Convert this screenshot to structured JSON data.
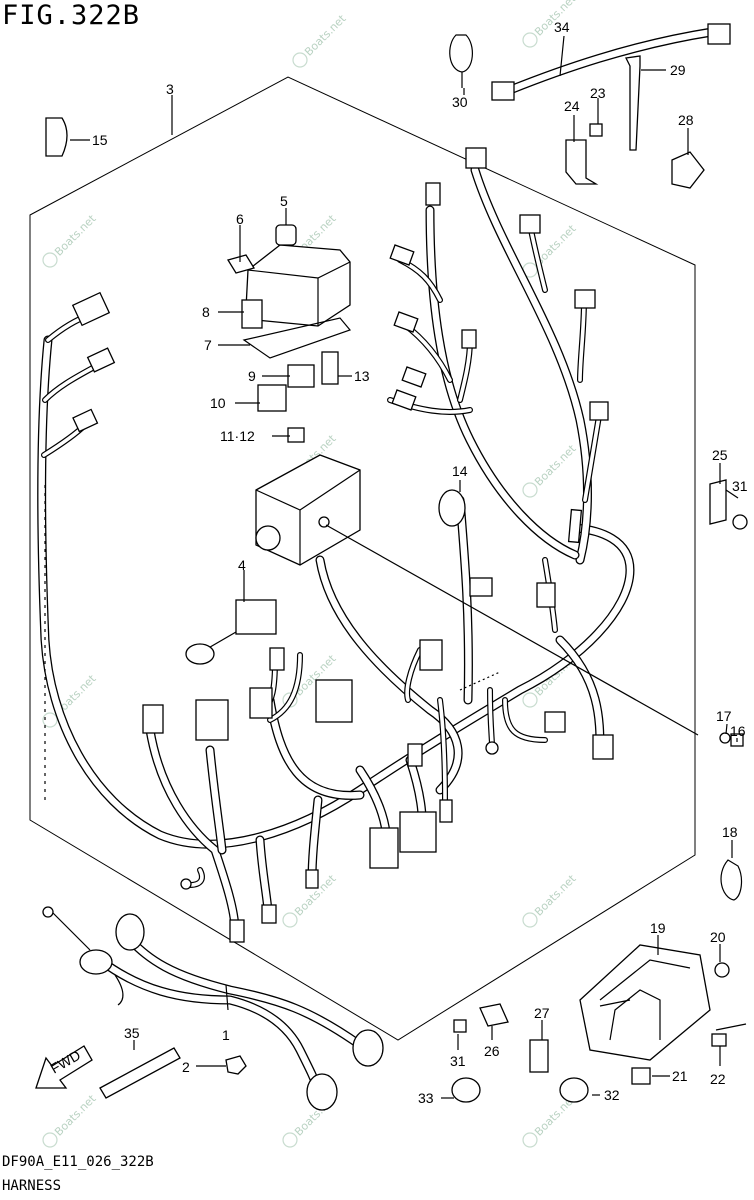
{
  "figure": {
    "title": "FIG.322B",
    "code": "DF90A_E11_026_322B",
    "name": "HARNESS",
    "fwd_label": "FWD"
  },
  "callouts": [
    "1",
    "2",
    "3",
    "4",
    "5",
    "6",
    "7",
    "8",
    "9",
    "10",
    "11·12",
    "13",
    "14",
    "15",
    "16",
    "17",
    "18",
    "19",
    "20",
    "21",
    "22",
    "23",
    "24",
    "25",
    "26",
    "27",
    "28",
    "29",
    "30",
    "31",
    "31",
    "32",
    "33",
    "34",
    "35"
  ],
  "watermark": "©Boats.net"
}
